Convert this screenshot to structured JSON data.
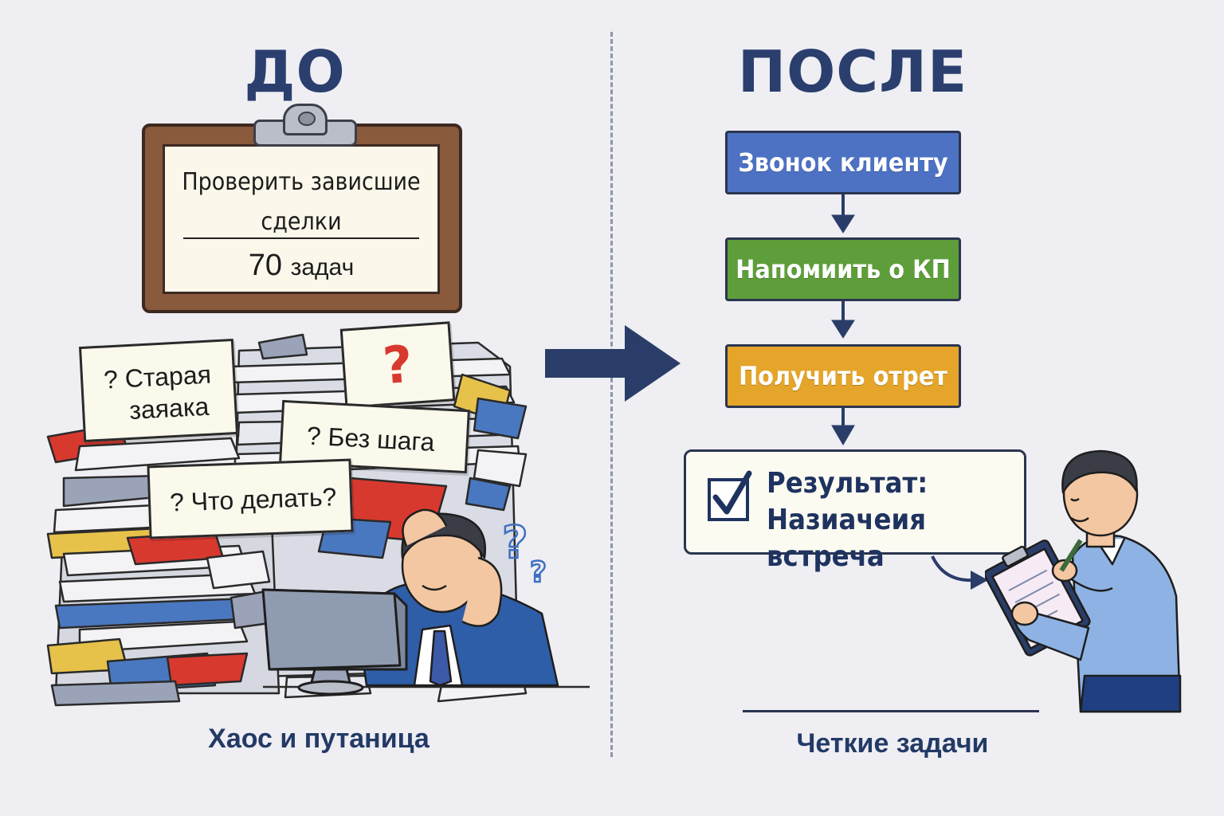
{
  "before": {
    "heading": "ДО",
    "clipboard": {
      "task_line1": "Проверить зависшие",
      "task_line2": "сделки",
      "count_number": "70",
      "count_unit": "задач"
    },
    "notes": [
      {
        "line1": "? Старая",
        "line2": "заяака"
      },
      {
        "line1": "? Без шага"
      },
      {
        "line1": "? Что делать?"
      }
    ],
    "question_mark": "?",
    "caption": "Хаос и путаница"
  },
  "after": {
    "heading": "ПОСЛЕ",
    "steps": [
      {
        "label": "Звонок клиенту",
        "color": "#4d72c4"
      },
      {
        "label": "Напомиить о КП",
        "color": "#5e9e3a"
      },
      {
        "label": "Получить отрет",
        "color": "#e5a52a"
      }
    ],
    "result": {
      "line1": "Результат:",
      "line2": "Назиачеия встреча"
    },
    "caption": "Четкие задачи"
  },
  "colors": {
    "background": "#eeeef3",
    "heading": "#2b3f6e",
    "arrow": "#2a3d68",
    "red_accent": "#d8392f"
  }
}
